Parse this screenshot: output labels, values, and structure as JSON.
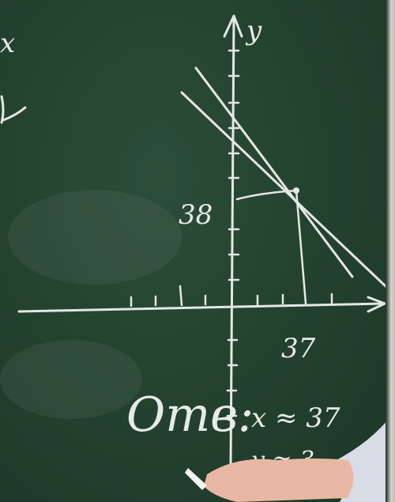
{
  "board": {
    "axis_labels": {
      "x_axis": "",
      "y_axis": "y"
    },
    "top_left_letter": "x",
    "point": {
      "y_mark": "38",
      "x_mark": "37"
    },
    "answer": {
      "word": "Отв:",
      "line1": "x ≈ 37",
      "line2": "y ≈ 3"
    }
  },
  "colors": {
    "board": "#24432f",
    "chalk": "#e4e8e2",
    "skin": "#e8b7a3",
    "sleeve": "#d7dce6"
  }
}
